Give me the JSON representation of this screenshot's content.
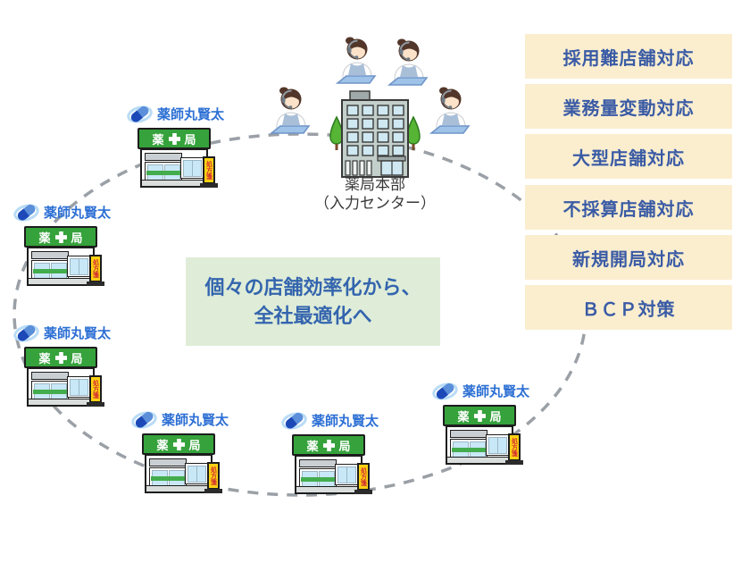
{
  "right_panel": {
    "items": [
      "採用難店舗対応",
      "業務量変動対応",
      "大型店舗対応",
      "不採算店舗対応",
      "新規開局対応",
      "ＢＣＰ対策"
    ]
  },
  "center_box": {
    "line1": "個々の店舗効率化から、",
    "line2": "全社最適化へ"
  },
  "hub": {
    "name": "薬局本部",
    "subname": "（入力センター）"
  },
  "store": {
    "owner": "薬師丸賢太",
    "sign_left": "薬",
    "sign_right": "局",
    "flag": "処方箋"
  },
  "colors": {
    "panel_bg": "#FBEECF",
    "panel_text": "#3A5BA5",
    "center_bg": "#DFEDD8",
    "center_text": "#3465AE",
    "sign_green": "#35A23B",
    "flag_yellow": "#FFD213",
    "owner_blue": "#2C6FD4",
    "dash_gray": "#9AA0A6"
  }
}
